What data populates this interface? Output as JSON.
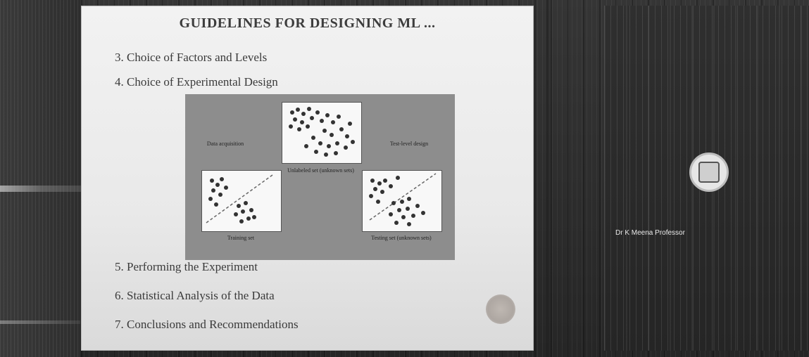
{
  "slide": {
    "title": "GUIDELINES FOR DESIGNING ML ...",
    "bullets": {
      "b3": "3. Choice of Factors and Levels",
      "b4": "4. Choice of Experimental Design",
      "b5": "5. Performing the Experiment",
      "b6": "6. Statistical Analysis of the Data",
      "b7": "7. Conclusions and Recommendations"
    },
    "figure": {
      "label_data": "Data acquisition",
      "label_unseen": "Unlabeled set (unknown sets)",
      "label_test_design": "Test-level design",
      "label_training": "Training set",
      "label_testing": "Testing set (unknown sets)"
    }
  },
  "presenter": {
    "name": "Dr K Meena Professor"
  },
  "colors": {
    "slide_bg": "#efefef",
    "figure_bg": "#8d8d8d",
    "screen_bg": "#2c2c2c",
    "text": "#3a3a3a"
  }
}
